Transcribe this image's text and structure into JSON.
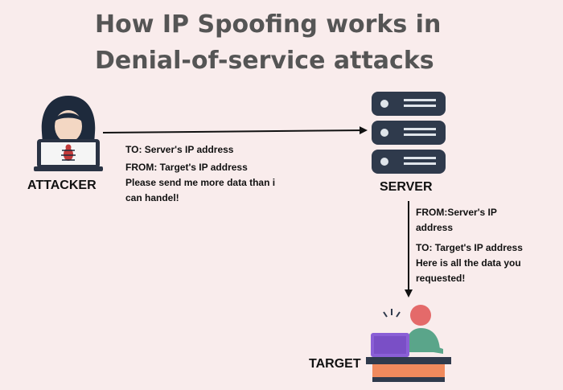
{
  "title": {
    "line1": "How IP Spoofing works in",
    "line2": "Denial-of-service attacks"
  },
  "attacker": {
    "label": "ATTACKER"
  },
  "server": {
    "label": "SERVER"
  },
  "target": {
    "label": "TARGET"
  },
  "request": {
    "to": "TO: Server's IP address",
    "from": "FROM: Target's IP address",
    "body_line1": "Please send me more data than i",
    "body_line2": "can handel!"
  },
  "response": {
    "from_line1": "FROM:Server's IP",
    "from_line2": "address",
    "to": "TO: Target's IP address",
    "body_line1": "Here is all the data you",
    "body_line2": "requested!"
  },
  "colors": {
    "background": "#f9ecec",
    "hacker_dark": "#1e2a3c",
    "server_dark": "#2f3a4c",
    "target_person": "#e46a6a",
    "laptop_purple": "#8a5fd6",
    "desk_orange": "#f08a5d"
  }
}
